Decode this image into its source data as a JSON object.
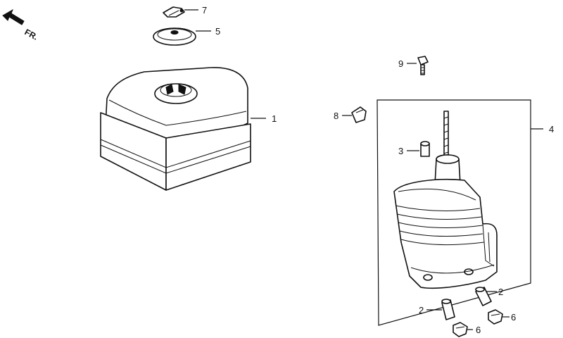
{
  "direction_label": "FR.",
  "callouts": {
    "fuel_tank": "1",
    "filler_cap": "5",
    "cap_clip": "7",
    "bolt_8": "8",
    "bolt_9": "9",
    "pipe_3": "3",
    "muffler_assembly": "4",
    "pipe_2_right": "2",
    "pipe_2_left": "2",
    "nut_6_right": "6",
    "nut_6_left": "6"
  }
}
